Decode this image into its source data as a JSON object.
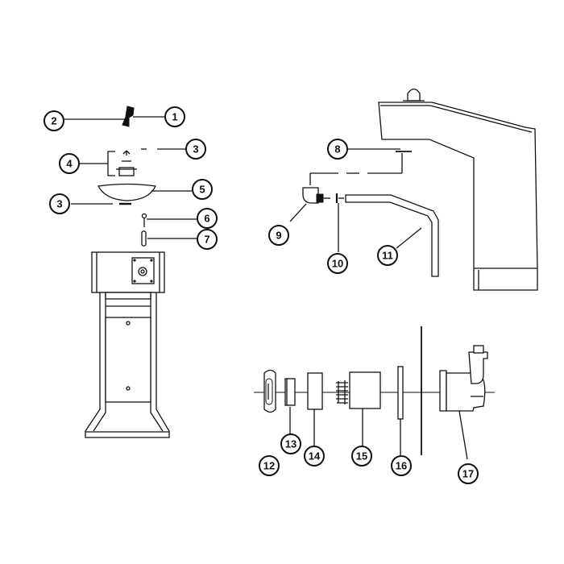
{
  "diagram": {
    "callouts": [
      "1",
      "2",
      "3",
      "3",
      "4",
      "5",
      "6",
      "7",
      "8",
      "9",
      "10",
      "11",
      "12",
      "13",
      "14",
      "15",
      "16",
      "17"
    ]
  },
  "colors": {
    "ink": "#111111",
    "paper": "#ffffff"
  }
}
